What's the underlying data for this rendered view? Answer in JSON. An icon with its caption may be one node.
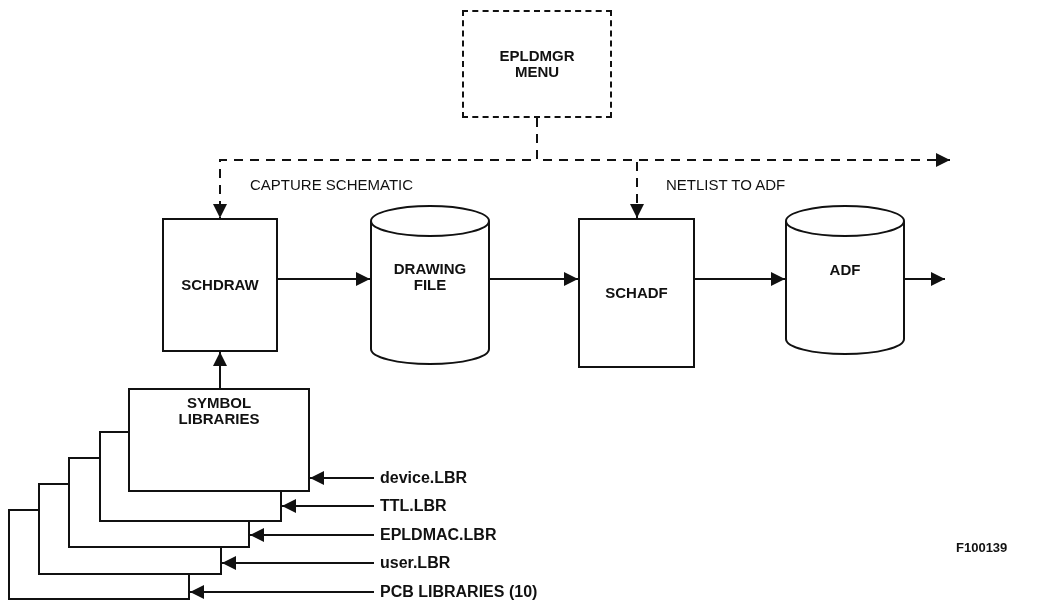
{
  "diagram": {
    "nodes": [
      {
        "text": [
          "EPLDMGR MENU"
        ]
      },
      {
        "text": [
          "SCHDRAW"
        ]
      },
      {
        "text": [
          "DRAWING FILE"
        ]
      },
      {
        "text": [
          "SCHADF"
        ]
      },
      {
        "text": [
          "ADF"
        ]
      },
      {
        "text": [
          "SYMBOL LIBRARIES"
        ]
      },
      {
        "text": [],
        "shape": "box"
      },
      {
        "text": [],
        "shape": "box"
      },
      {
        "text": [],
        "shape": "box"
      },
      {
        "text": [],
        "shape": "box"
      },
      {
        "text": [
          "device.LBR"
        ]
      },
      {
        "text": [
          "TTL.LBR"
        ]
      },
      {
        "text": [
          "EPLDMAC.LBR"
        ]
      },
      {
        "text": [
          "user.LBR"
        ]
      },
      {
        "text": [
          "PCB LIBRARIES (10)"
        ]
      }
    ],
    "edges": [
      {
        "from": 0,
        "to": 1,
        "arrow": "to",
        "style": "dashed",
        "label": "CAPTURE SCHEMATIC"
      },
      {
        "from": 0,
        "to": 3,
        "arrow": "to",
        "style": "dashed",
        "label": "NETLIST TO ADF"
      },
      {
        "from": 0,
        "to": null,
        "arrow": "to",
        "style": "dashed"
      },
      {
        "from": 1,
        "to": 2,
        "arrow": "to"
      },
      {
        "from": 2,
        "to": 3,
        "arrow": "to"
      },
      {
        "from": 3,
        "to": 4,
        "arrow": "to"
      },
      {
        "from": 4,
        "to": null,
        "arrow": "to"
      },
      {
        "from": 5,
        "to": 1,
        "arrow": "to"
      },
      {
        "from": 10,
        "to": 5,
        "arrow": "to"
      },
      {
        "from": 11,
        "to": 6,
        "arrow": "to"
      },
      {
        "from": 12,
        "to": 7,
        "arrow": "to"
      },
      {
        "from": 13,
        "to": 8,
        "arrow": "to"
      },
      {
        "from": 14,
        "to": 9,
        "arrow": "to"
      }
    ],
    "labels": [
      "F100139"
    ]
  }
}
